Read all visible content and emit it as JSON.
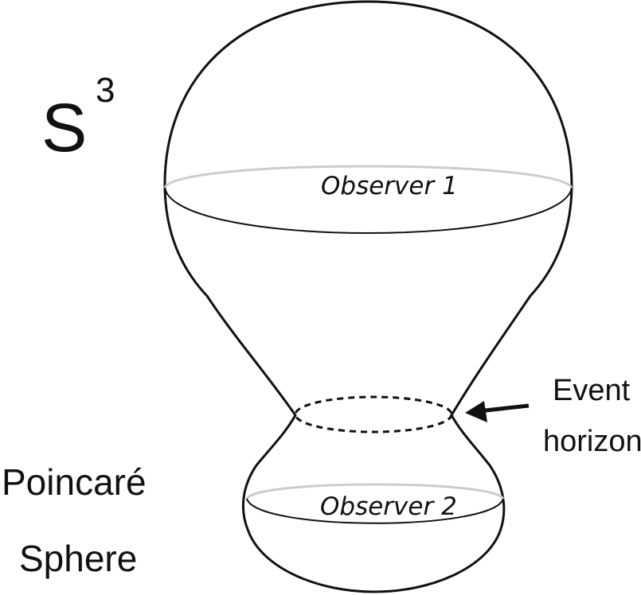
{
  "top_label": {
    "base": "S",
    "exponent": "3"
  },
  "bottom_label": {
    "line1": "Poincaré",
    "line2": "Sphere"
  },
  "upper_region": {
    "label": "Observer 1"
  },
  "lower_region": {
    "label": "Observer 2"
  },
  "horizon": {
    "line1": "Event",
    "line2": "horizon"
  },
  "colors": {
    "stroke": "#111111",
    "back_arc": "#cccccc",
    "background": "#ffffff"
  }
}
